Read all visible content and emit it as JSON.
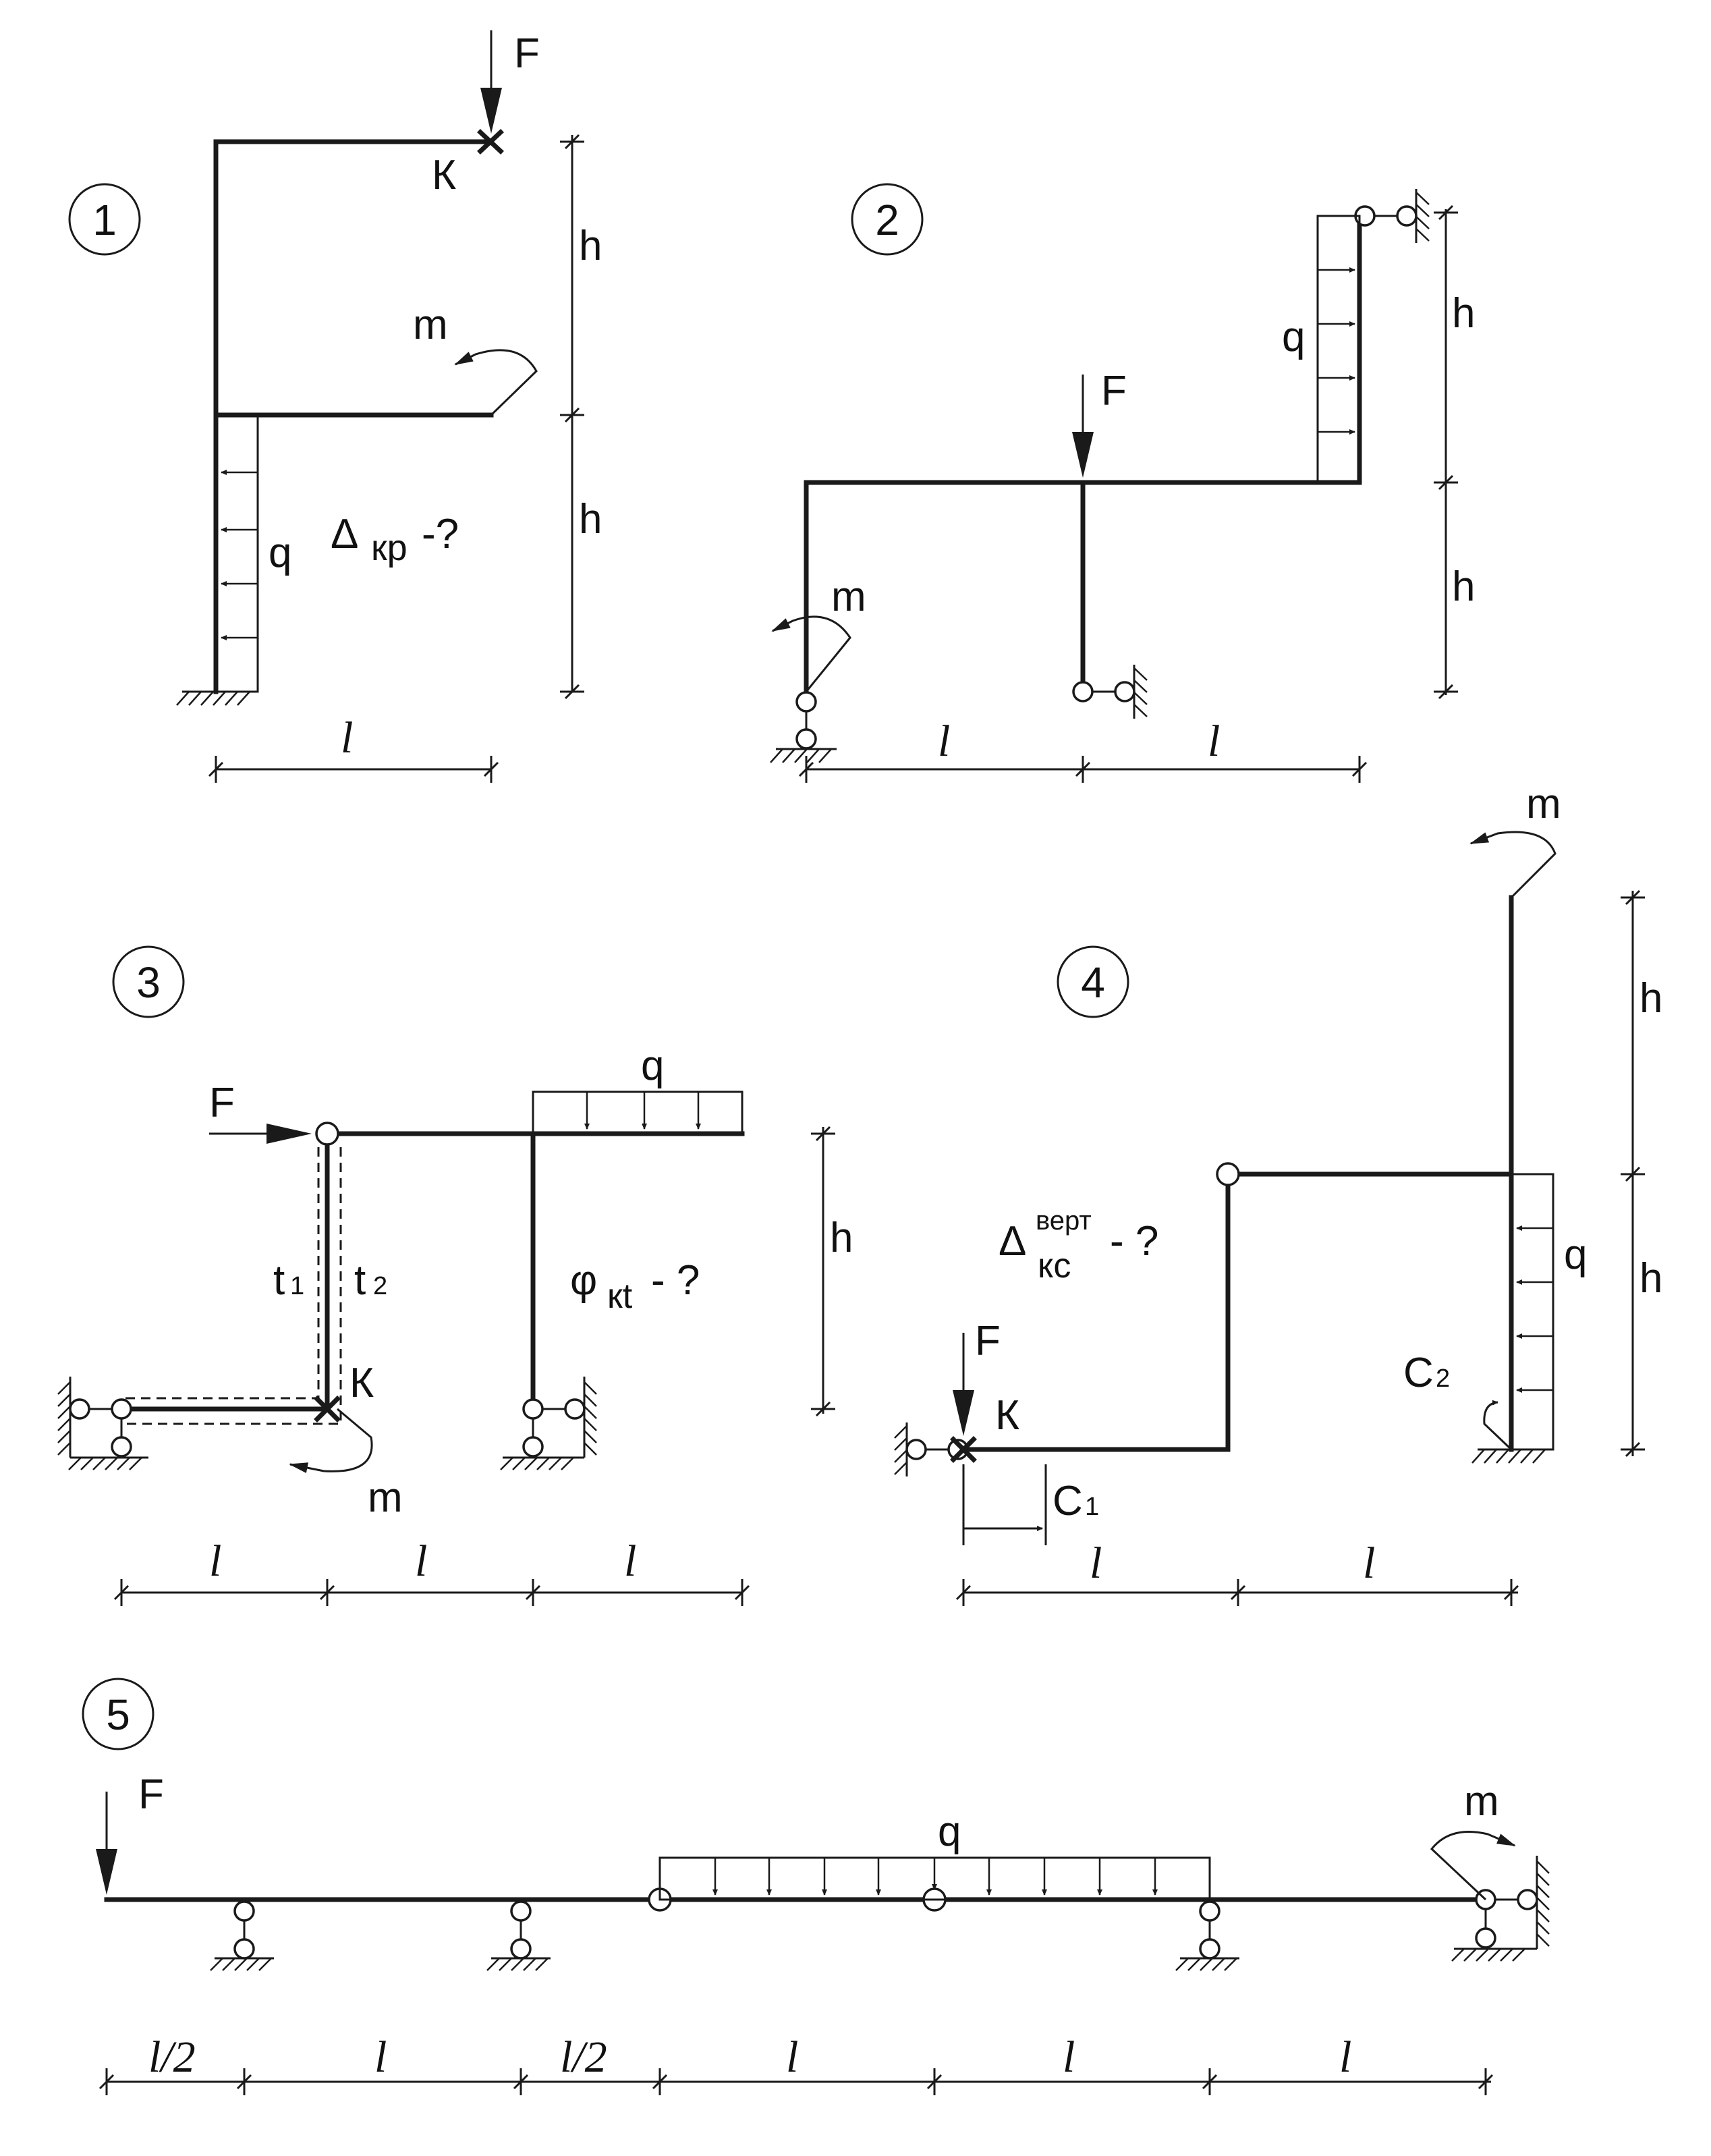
{
  "labels": {
    "force": "F",
    "moment": "m",
    "load": "q",
    "height": "h",
    "length": "l",
    "half_length": "l/2",
    "point_k": "К",
    "t1_main": "t",
    "t1_sub": "1",
    "t2_main": "t",
    "t2_sub": "2",
    "c1_main": "C",
    "c1_sub": "1",
    "c2_main": "C",
    "c2_sub": "2"
  },
  "schemes": [
    {
      "number": "1",
      "question_main": "Δ",
      "question_sub": "кр",
      "question_tail": " -?"
    },
    {
      "number": "2"
    },
    {
      "number": "3",
      "question_main": "φ",
      "question_sub": "кt",
      "question_tail": "- ?"
    },
    {
      "number": "4",
      "question_main": "Δ",
      "question_sub": "кс",
      "question_sup": "верт",
      "question_tail": " - ?"
    },
    {
      "number": "5"
    }
  ]
}
